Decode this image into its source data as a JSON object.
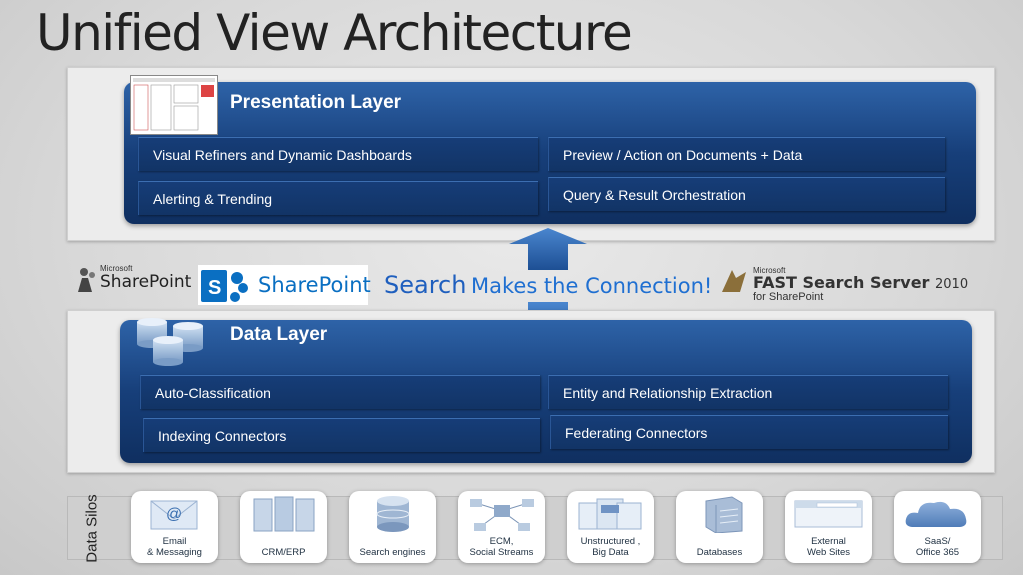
{
  "title": "Unified View Architecture",
  "presentation": {
    "title": "Presentation Layer",
    "cells": [
      "Visual Refiners and Dynamic Dashboards",
      "Preview / Action on Documents + Data",
      "Alerting & Trending",
      "Query & Result Orchestration"
    ]
  },
  "connector": {
    "sharepoint_old": "SharePoint",
    "sharepoint_old_super": "Microsoft",
    "sharepoint_new": "SharePoint",
    "search": "Search",
    "connection": "Makes the Connection!",
    "fast_super": "Microsoft",
    "fast_main": "FAST Search Server",
    "fast_year": "2010",
    "fast_sub": "for SharePoint"
  },
  "data_layer": {
    "title": "Data Layer",
    "cells": [
      "Auto-Classification",
      "Entity and Relationship Extraction",
      "Indexing Connectors",
      "Federating Connectors"
    ]
  },
  "silos": {
    "label": "Data Silos",
    "items": [
      {
        "label": "Email\n& Messaging",
        "icon": "email-icon"
      },
      {
        "label": "CRM/ERP",
        "icon": "server-rack-icon"
      },
      {
        "label": "Search engines",
        "icon": "database-icon"
      },
      {
        "label": "ECM,\nSocial Streams",
        "icon": "network-icon"
      },
      {
        "label": "Unstructured ,\nBig Data",
        "icon": "documents-icon"
      },
      {
        "label": "Databases",
        "icon": "database-box-icon"
      },
      {
        "label": "External\nWeb Sites",
        "icon": "browser-icon"
      },
      {
        "label": "SaaS/\nOffice 365",
        "icon": "cloud-icon"
      }
    ]
  },
  "colors": {
    "layer_blue": "#173f7a",
    "accent_blue": "#1f5fbe"
  }
}
